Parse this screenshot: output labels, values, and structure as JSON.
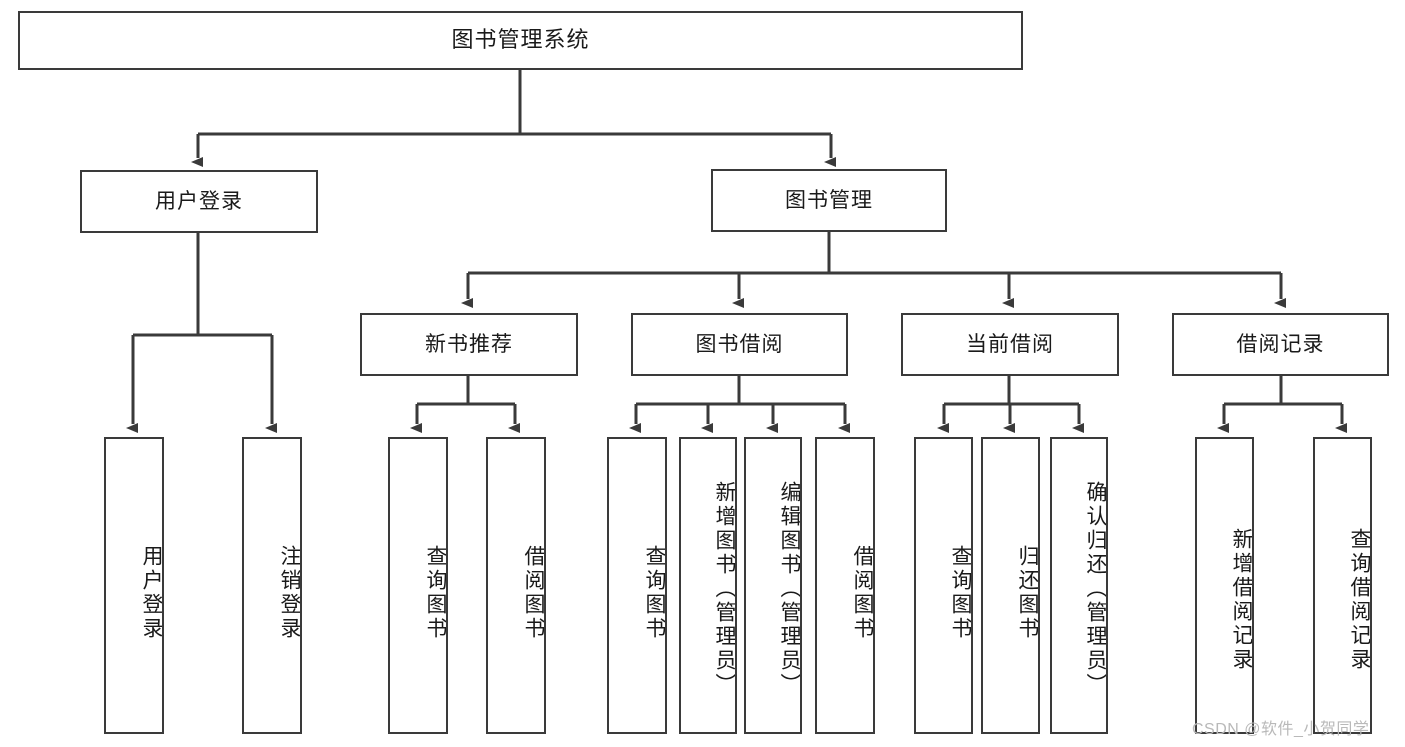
{
  "diagram": {
    "title": "图书管理系统",
    "type": "hierarchy-tree",
    "root": {
      "label": "图书管理系统"
    },
    "level1": [
      {
        "id": "user-login",
        "label": "用户登录"
      },
      {
        "id": "book-manage",
        "label": "图书管理"
      }
    ],
    "level2": [
      {
        "id": "new-book-recommend",
        "label": "新书推荐",
        "parent": "book-manage"
      },
      {
        "id": "book-borrow",
        "label": "图书借阅",
        "parent": "book-manage"
      },
      {
        "id": "current-borrow",
        "label": "当前借阅",
        "parent": "book-manage"
      },
      {
        "id": "borrow-record",
        "label": "借阅记录",
        "parent": "book-manage"
      }
    ],
    "leaves": [
      {
        "id": "leaf-user-login",
        "label": "用户登录",
        "parent": "user-login"
      },
      {
        "id": "leaf-logout-login",
        "label": "注销登录",
        "parent": "user-login"
      },
      {
        "id": "leaf-query-book-1",
        "label": "查询图书",
        "parent": "new-book-recommend"
      },
      {
        "id": "leaf-borrow-book-1",
        "label": "借阅图书",
        "parent": "new-book-recommend"
      },
      {
        "id": "leaf-query-book-2",
        "label": "查询图书",
        "parent": "book-borrow"
      },
      {
        "id": "leaf-add-book",
        "label": "新增图书（管理员）",
        "parent": "book-borrow"
      },
      {
        "id": "leaf-edit-book",
        "label": "编辑图书（管理员）",
        "parent": "book-borrow"
      },
      {
        "id": "leaf-borrow-book-2",
        "label": "借阅图书",
        "parent": "book-borrow"
      },
      {
        "id": "leaf-query-book-3",
        "label": "查询图书",
        "parent": "current-borrow"
      },
      {
        "id": "leaf-return-book",
        "label": "归还图书",
        "parent": "current-borrow"
      },
      {
        "id": "leaf-confirm-return",
        "label": "确认归还（管理员）",
        "parent": "current-borrow"
      },
      {
        "id": "leaf-add-record",
        "label": "新增借阅记录",
        "parent": "borrow-record"
      },
      {
        "id": "leaf-query-record",
        "label": "查询借阅记录",
        "parent": "borrow-record"
      }
    ],
    "watermark": "CSDN @软件_小贺同学",
    "colors": {
      "stroke": "#3a3a3a",
      "background": "#ffffff",
      "text": "#1a1a1a",
      "watermark": "#b9b9b9"
    }
  }
}
